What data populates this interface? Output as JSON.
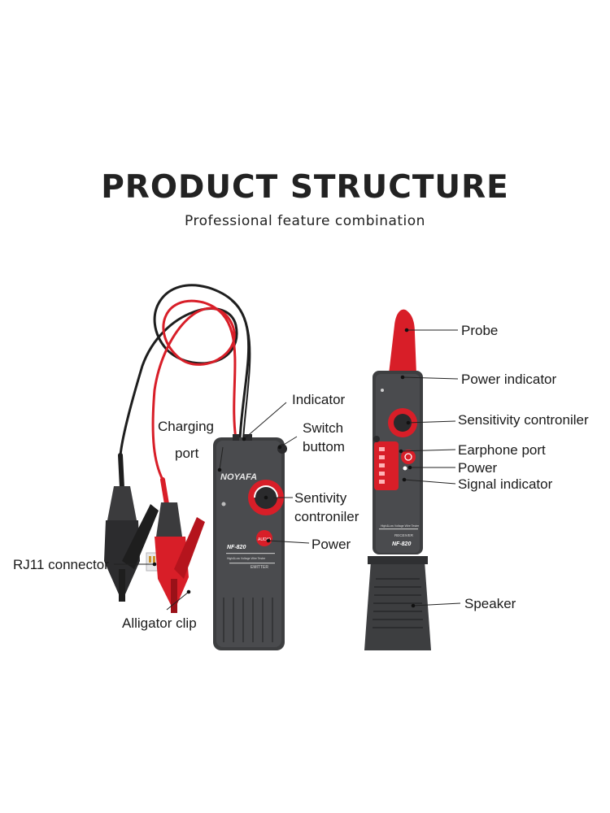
{
  "heading": {
    "title": "PRODUCT STRUCTURE",
    "subtitle": "Professional feature combination"
  },
  "emitter": {
    "brand": "NOYAFA",
    "model": "NF-820",
    "tagline": "High&Low Voltage Wire Tester",
    "type": "EMITTER",
    "audio_button": "AUDIO",
    "labels": {
      "charging_port_line1": "Charging",
      "charging_port_line2": "port",
      "indicator": "Indicator",
      "switch_line1": "Switch",
      "switch_line2": "buttom",
      "sensitivity_line1": "Sentivity",
      "sensitivity_line2": "controniler",
      "power": "Power",
      "rj11": "RJ11 connector",
      "alligator": "Alligator clip"
    }
  },
  "receiver": {
    "model": "NF-820",
    "tagline": "High&Low Voltage Wire Tester",
    "type": "RECEIVER",
    "labels": {
      "probe": "Probe",
      "power_indicator": "Power indicator",
      "sensitivity": "Sensitivity controniler",
      "earphone": "Earphone port",
      "power": "Power",
      "signal": "Signal indicator",
      "speaker": "Speaker"
    }
  },
  "colors": {
    "accent_red": "#e0202a",
    "body_dark": "#3a3b3d",
    "body_mid": "#4a4b4e",
    "text": "#1a1a1a"
  }
}
